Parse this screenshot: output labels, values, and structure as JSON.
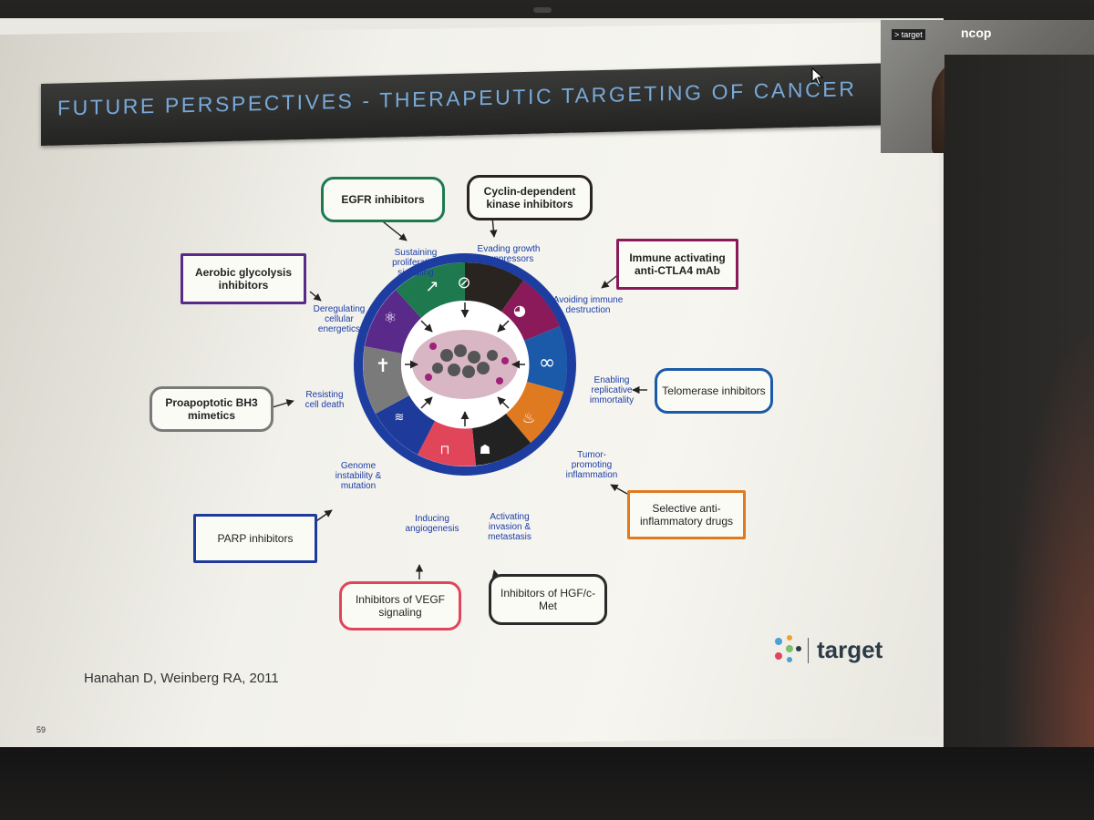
{
  "slide": {
    "title": "FUTURE PERSPECTIVES - THERAPEUTIC TARGETING OF CANCER",
    "citation": "Hanahan D, Weinberg RA, 2011",
    "page_number": "59",
    "logo_text": "target"
  },
  "webcam": {
    "label": "> target",
    "brand": "ncop"
  },
  "hallmarks": {
    "sustaining": "Sustaining proliferative signaling",
    "evading": "Evading growth suppressors",
    "avoiding": "Avoiding immune destruction",
    "replicative": "Enabling replicative immortality",
    "inflammation": "Tumor-promoting inflammation",
    "invasion": "Activating invasion & metastasis",
    "angiogenesis": "Inducing angiogenesis",
    "genome": "Genome instability & mutation",
    "death": "Resisting cell death",
    "energetics": "Deregulating cellular energetics"
  },
  "therapies": {
    "egfr": "EGFR inhibitors",
    "cdk": "Cyclin-dependent kinase inhibitors",
    "immune": "Immune activating anti-CTLA4 mAb",
    "telomerase": "Telomerase inhibitors",
    "antiinflammatory": "Selective anti-inflammatory drugs",
    "hgf": "Inhibitors of HGF/c-Met",
    "vegf": "Inhibitors of VEGF signaling",
    "parp": "PARP inhibitors",
    "bh3": "Proapoptotic BH3 mimetics",
    "glycolysis": "Aerobic glycolysis inhibitors"
  },
  "colors": {
    "egfr": "#1e7a4e",
    "cdk": "#2a2420",
    "immune": "#8a1a5a",
    "telomerase": "#1a5aa8",
    "antiinflammatory": "#e07a20",
    "hgf": "#2a2a2a",
    "vegf": "#e0455a",
    "parp": "#1e3a9a",
    "bh3": "#7a7a7a",
    "glycolysis": "#5a2a8a",
    "title_text": "#78a9d8",
    "hallmark_text": "#1c3da8"
  }
}
